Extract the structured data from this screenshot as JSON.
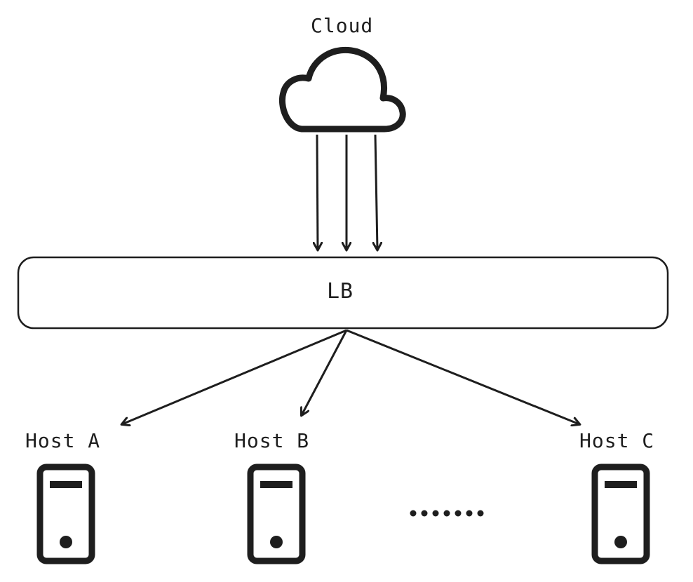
{
  "diagram": {
    "cloud": {
      "label": "Cloud"
    },
    "load_balancer": {
      "label": "LB"
    },
    "hosts": [
      {
        "label": "Host A"
      },
      {
        "label": "Host B"
      },
      {
        "label": "Host C"
      }
    ],
    "ellipsis": "……."
  },
  "colors": {
    "stroke": "#1e1e1e",
    "background": "#ffffff"
  }
}
